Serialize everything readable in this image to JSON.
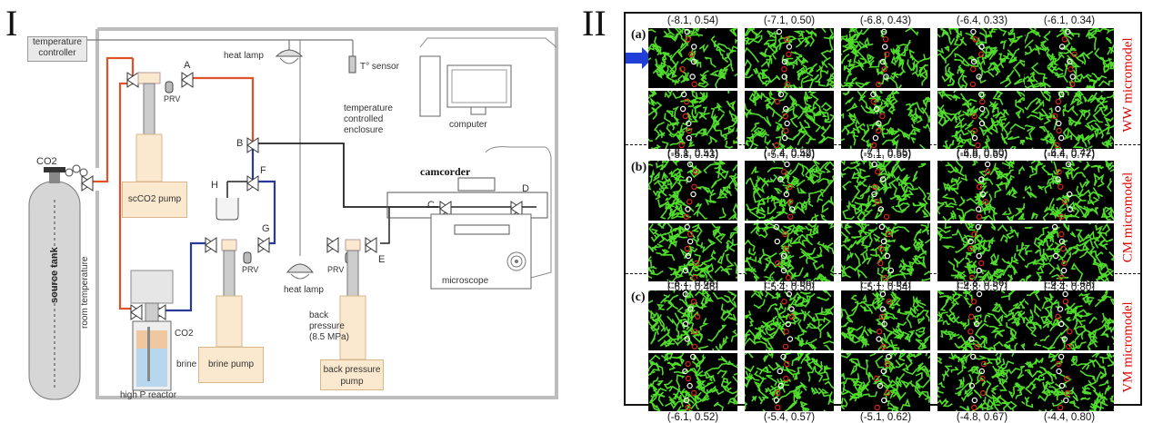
{
  "panel_I": {
    "label": "I",
    "temperature_controller": "temperature\ncontroller",
    "heat_lamp_top": "heat lamp",
    "heat_lamp_bottom": "heat lamp",
    "t_sensor": "T° sensor",
    "enclosure": "temperature\ncontrolled\nenclosure",
    "computer": "computer",
    "camcorder": "camcorder",
    "microscope": "microscope",
    "co2_tank_label": "CO2",
    "source_tank": "source tank",
    "room_temperature": "room temperature",
    "scco2_pump": "scCO2 pump",
    "brine_pump": "brine pump",
    "back_pressure_pump": "back pressure\npump",
    "back_pressure_note": "back\npressure\n(8.5 MPa)",
    "high_p_reactor": "high P reactor",
    "reactor_co2": "CO2",
    "reactor_brine": "brine",
    "prv": "PRV",
    "valves": [
      "A",
      "B",
      "C",
      "D",
      "E",
      "F",
      "G",
      "H"
    ]
  },
  "panel_II": {
    "label": "II",
    "sections": [
      {
        "tag": "(a)",
        "model": "WW micromodel",
        "top": [
          "(-8.1, 0.54)",
          "(-7.1, 0.50)",
          "(-6.8, 0.43)",
          "(-6.4, 0.33)",
          "(-6.1, 0.34)"
        ],
        "bottom": [
          "(-5.8, 0.43)",
          "(-5.4, 0.49)",
          "(-5.1, 0.59)",
          "(-4.8, 0.69)",
          "(-4.4, 0.77)"
        ]
      },
      {
        "tag": "(b)",
        "model": "CM micromodel",
        "top": [
          "(-8.1, 0.51)",
          "(-7.4, 0.52)",
          "(-7.1, 0.55)",
          "(-6.8, 0.50)",
          "(-6.4, 0.42)"
        ],
        "bottom": [
          "(-6.1, 0.46)",
          "(-5.4, 0.50)",
          "(-5.1, 0.54)",
          "(-4.8, 0.57)",
          "(-4.4, 0.80)"
        ]
      },
      {
        "tag": "(c)",
        "model": "VM micromodel",
        "top": [
          "(-8.1, 0.68)",
          "(-7.4, 0.66)",
          "(-7.1, 0.62)",
          "(-6.8, 0.56)",
          "(-6.4, 0.49)"
        ],
        "bottom": [
          "(-6.1, 0.52)",
          "(-5.4, 0.57)",
          "(-5.1, 0.62)",
          "(-4.8, 0.67)",
          "(-4.4, 0.80)"
        ]
      }
    ],
    "colors": {
      "network": "#4fdc2a",
      "background": "#000000",
      "marker_red": "#e02020",
      "marker_white": "#ffffff",
      "label_red": "#d00000",
      "arrow_blue": "#1f3fd6"
    }
  }
}
